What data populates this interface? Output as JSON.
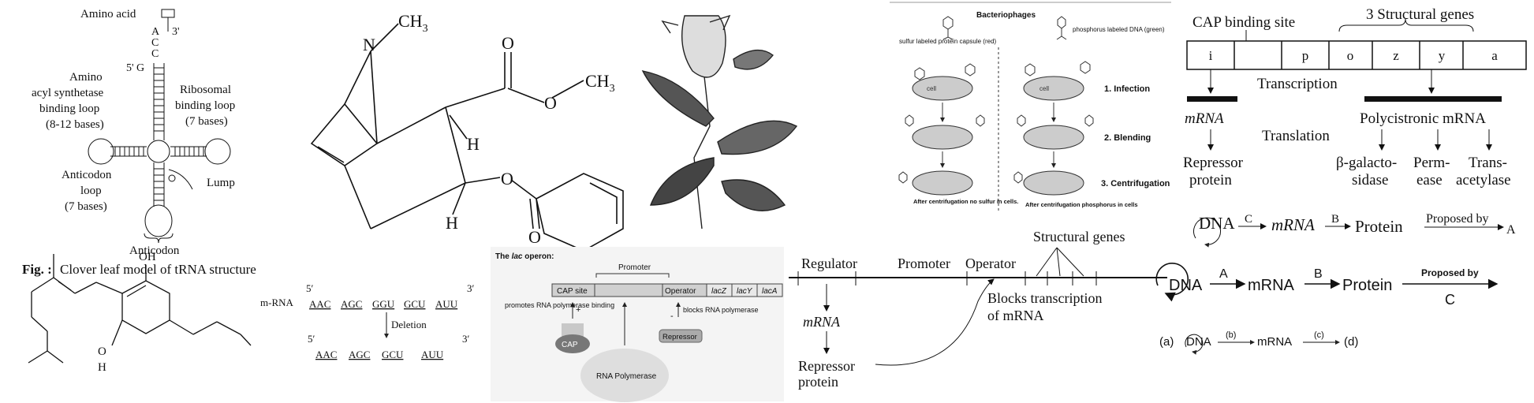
{
  "trna": {
    "amino_acid": "Amino acid",
    "a": "A",
    "c1": "C",
    "c2": "C",
    "three_prime": "3'",
    "five_prime": "5' G",
    "amino_l1": "Amino",
    "amino_l2": "acyl synthetase",
    "amino_l3": "binding loop",
    "amino_l4": "(8-12 bases)",
    "ribo_l1": "Ribosomal",
    "ribo_l2": "binding loop",
    "ribo_l3": "(7 bases)",
    "anti_l1": "Anticodon",
    "anti_l2": "loop",
    "anti_l3": "(7 bases)",
    "lump": "Lump",
    "anticodon": "Anticodon",
    "caption_bold": "Fig. :",
    "caption_rest": "Clover leaf model of tRNA structure"
  },
  "cocaine": {
    "n": "N",
    "ch3_top": "CH",
    "ch3_top_sub": "3",
    "ch3_right": "CH",
    "ch3_right_sub": "3",
    "h1": "H",
    "h2": "H",
    "o1": "O",
    "o2": "O",
    "o3": "O",
    "o4": "O"
  },
  "cbd": {
    "oh": "OH",
    "o": "O",
    "h": "H"
  },
  "deletion": {
    "label": "m-RNA",
    "five": "5′",
    "three": "3′",
    "top_codons": [
      "AAC",
      "AGC",
      "GGU",
      "GCU",
      "AUU"
    ],
    "arrow_label": "Deletion",
    "five2": "5′",
    "three2": "3′",
    "bottom_codons": [
      "AAC",
      "AGC",
      "GCU",
      "AUU"
    ]
  },
  "phage": {
    "title": "Bacteriophages",
    "sulfur": "sulfur labeled protein capsule (red)",
    "phos": "phosphorus labeled DNA (green)",
    "cell": "cell",
    "step1": "1. Infection",
    "step2": "2. Blending",
    "step3": "3. Centrifugation",
    "left_result": "After centrifugation no sulfur in cells.",
    "right_result": "After centrifugation phosphorus in cells"
  },
  "lac_operon": {
    "title_pre": "The ",
    "title_em": "lac",
    "title_post": " operon:",
    "promoter": "Promoter",
    "cap_site": "CAP site",
    "operator": "Operator",
    "lacZ": "lacZ",
    "lacY": "lacY",
    "lacA": "lacA",
    "promotes": "promotes RNA polymerase binding",
    "plus": "+",
    "blocks": "blocks RNA polymerase",
    "minus": "-",
    "cap": "CAP",
    "repressor": "Repressor",
    "rna_pol": "RNA Polymerase"
  },
  "cap_diagram": {
    "cap_site": "CAP binding site",
    "structural": "3 Structural genes",
    "genes": [
      "i",
      "",
      "p",
      "o",
      "z",
      "y",
      "a"
    ],
    "transcription": "Transcription",
    "mrna_left": "mRNA",
    "translation": "Translation",
    "poly": "Polycistronic mRNA",
    "repressor_l1": "Repressor",
    "repressor_l2": "protein",
    "beta_l1": "β-galacto-",
    "beta_l2": "sidase",
    "perm_l1": "Perm-",
    "perm_l2": "ease",
    "trans_l1": "Trans-",
    "trans_l2": "acetylase"
  },
  "dogma1": {
    "dna": "DNA",
    "c": "C",
    "mrna": "mRNA",
    "b": "B",
    "protein": "Protein",
    "proposed": "Proposed by",
    "a": "A"
  },
  "operon_line": {
    "regulator": "Regulator",
    "promoter": "Promoter",
    "operator": "Operator",
    "structural": "Structural genes",
    "mrna": "mRNA",
    "repressor_l1": "Repressor",
    "repressor_l2": "protein",
    "blocks_l1": "Blocks transcription",
    "blocks_l2": "of mRNA"
  },
  "dogma2": {
    "dna": "DNA",
    "a": "A",
    "mrna": "mRNA",
    "b": "B",
    "protein": "Protein",
    "proposed": "Proposed by",
    "c": "C"
  },
  "dogma3": {
    "a": "(a)",
    "dna": "DNA",
    "b": "(b)",
    "mrna": "mRNA",
    "c": "(c)",
    "d": "(d)"
  }
}
